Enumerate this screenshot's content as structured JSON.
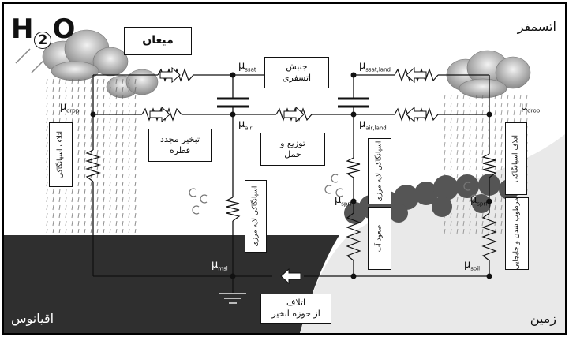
{
  "regions": {
    "atmosphere": "اتسمفر",
    "ocean": "اقیانوس",
    "land": "زمین"
  },
  "formula": {
    "base": "H",
    "sub": "2",
    "tail": "O"
  },
  "process_labels": {
    "methane": "میعان",
    "atmospheric_motion_1": "جنبش",
    "atmospheric_motion_2": "اتسفری",
    "re_evaporation_1": "تبخیر مجدد",
    "re_evaporation_2": "قطره",
    "distribution_1": "توزیع و",
    "distribution_2": "حمل",
    "loss_left": "اتلاف اسپانگاکی",
    "loss_right": "اتلاف اسپانگاکی",
    "boundary_layer_left": "اسپانگاکی لایه مرزی",
    "boundary_layer_right": "اسپانگاکی لایه مرزی",
    "water_rise": "صعود آب",
    "soil_moisture": "مرطوب شدن و جابجایی",
    "basin_loss_1": "اتلاف",
    "basin_loss_2": "از حوزه آبخیز"
  },
  "potentials": {
    "ssat": {
      "base": "μ",
      "sub": "ssat"
    },
    "ssat_land": {
      "base": "μ",
      "sub": "ssat,land"
    },
    "drop_left": {
      "base": "μ",
      "sub": "drop"
    },
    "drop_right": {
      "base": "μ",
      "sub": "drop"
    },
    "air": {
      "base": "μ",
      "sub": "air"
    },
    "air_land": {
      "base": "μ",
      "sub": "air,land"
    },
    "sprf_left": {
      "base": "μ",
      "sub": "sprf"
    },
    "sprf_right": {
      "base": "μ",
      "sub": "sprf"
    },
    "msl": {
      "base": "μ",
      "sub": "msl"
    },
    "soil": {
      "base": "μ",
      "sub": "soil"
    }
  },
  "icons": [
    "sun-icon",
    "cloud-icon",
    "rain-icon",
    "tree-icon",
    "resistor-icon",
    "capacitor-icon",
    "ground-icon",
    "arrow-icon"
  ]
}
